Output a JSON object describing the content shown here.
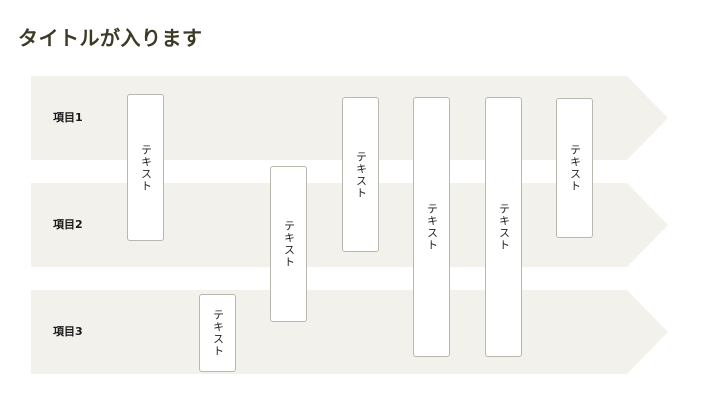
{
  "title": "タイトルが入ります",
  "colors": {
    "row_fill": "#f2f1eb",
    "box_border": "#b9b7ae",
    "title": "#3c3a25"
  },
  "rows": [
    {
      "label": "項目1"
    },
    {
      "label": "項目2"
    },
    {
      "label": "項目3"
    }
  ],
  "boxes": [
    {
      "text": "テキスト"
    },
    {
      "text": "テキスト"
    },
    {
      "text": "テキスト"
    },
    {
      "text": "テキスト"
    },
    {
      "text": "テキスト"
    },
    {
      "text": "テキスト"
    },
    {
      "text": "テキスト"
    }
  ]
}
